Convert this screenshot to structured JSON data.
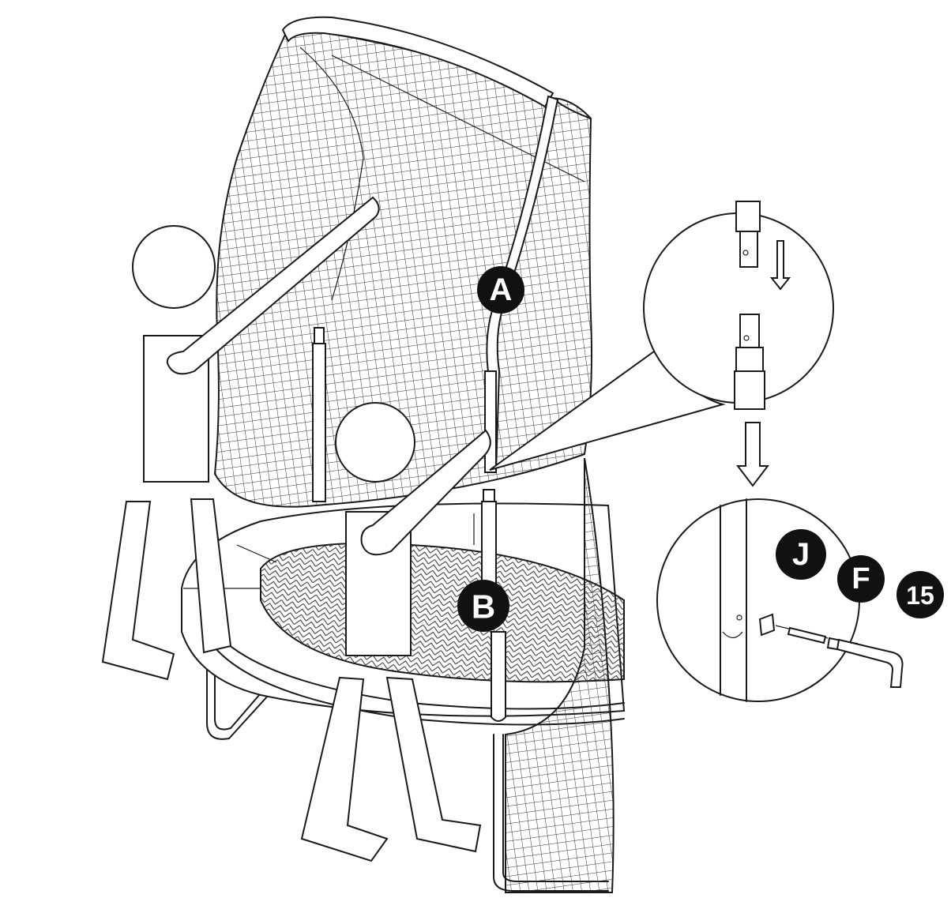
{
  "labels": {
    "part_a": "A",
    "part_b": "B",
    "part_j": "J",
    "part_f": "F",
    "part_15": "15"
  },
  "colors": {
    "line": "#1a1a1a",
    "badge_fill": "#111111",
    "background": "#ffffff"
  }
}
